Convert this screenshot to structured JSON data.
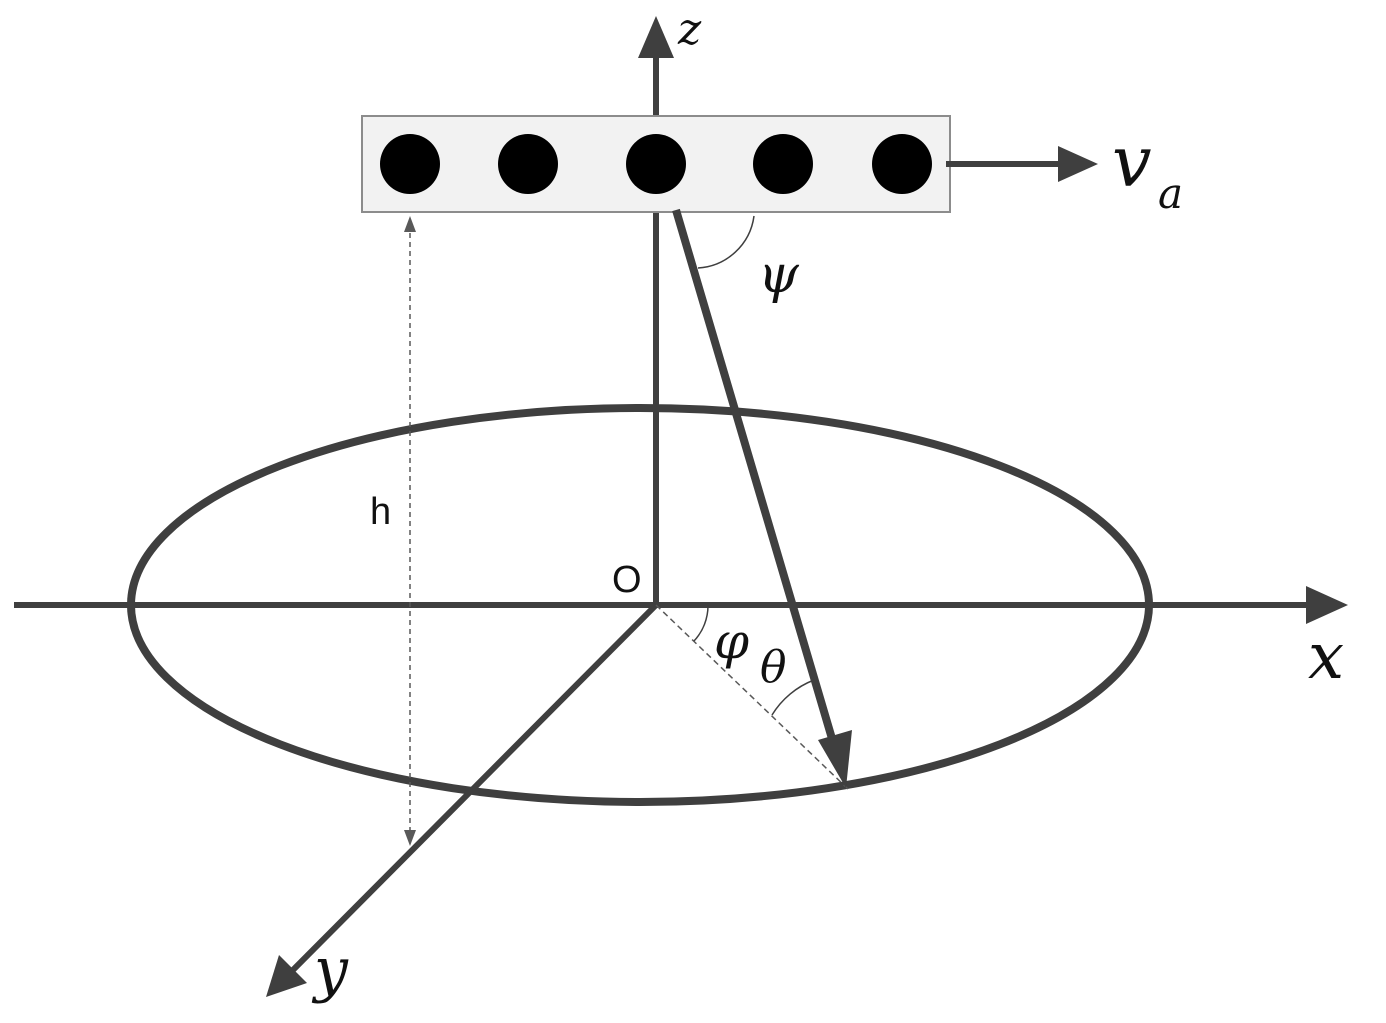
{
  "diagram": {
    "labels": {
      "z_axis": "z",
      "x_axis": "x",
      "y_axis": "y",
      "origin": "O",
      "height": "h",
      "velocity": "v",
      "velocity_subscript": "a",
      "psi": "ψ",
      "phi": "φ",
      "theta": "θ"
    },
    "array": {
      "element_count": 5
    },
    "colors": {
      "stroke": "#3f3f3f",
      "element": "#000000",
      "platform_fill": "#f2f2f2",
      "platform_border": "#8c8c8c",
      "dashed": "#595959",
      "text": "#111111"
    }
  }
}
